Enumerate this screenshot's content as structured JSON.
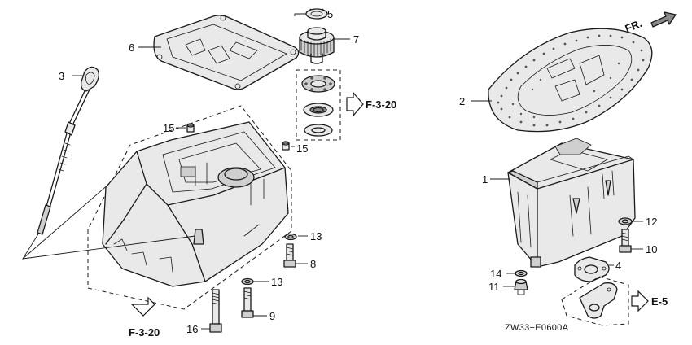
{
  "callouts": {
    "p1": "1",
    "p2": "2",
    "p3": "3",
    "p4": "4",
    "p5": "5",
    "p6": "6",
    "p7": "7",
    "p8": "8",
    "p9": "9",
    "p10": "10",
    "p11": "11",
    "p12": "12",
    "p13a": "13",
    "p13b": "13",
    "p14": "14",
    "p15a": "15",
    "p15b": "15",
    "p16": "16"
  },
  "references": {
    "bearing_group": "F-3-20",
    "oil_case_group": "F-3-20",
    "drain_group": "E-5"
  },
  "orientation": "FR.",
  "diagram_code": "ZW33−E0600A"
}
